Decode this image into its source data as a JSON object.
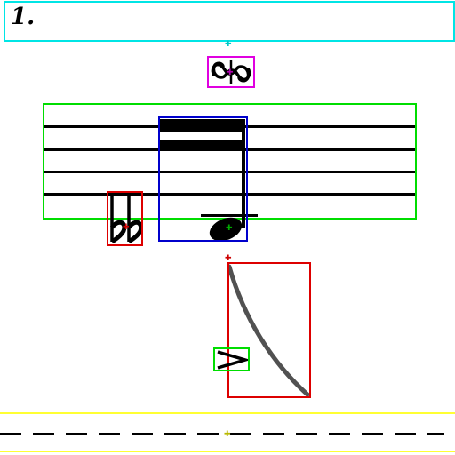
{
  "annotation_colors": {
    "fingering_box": "#00e5e5",
    "turn_box": "#e000e0",
    "staff_box": "#00dd00",
    "note_box": "#0000cc",
    "flat_box": "#dd0000",
    "slur_box": "#dd0000",
    "accent_box": "#00dd00",
    "dashes_box": "#ffff33",
    "dashes_anchor": "#b8b800"
  },
  "score": {
    "fingering_text": "1.",
    "symbols": {
      "turn": "turn-ornament",
      "double_flat": "double-flat-accidental",
      "beamed_note": "sixteenth-note",
      "slur": "slur-curve",
      "accent": "accent-mark",
      "dashes": "dashed-extension-line"
    }
  }
}
